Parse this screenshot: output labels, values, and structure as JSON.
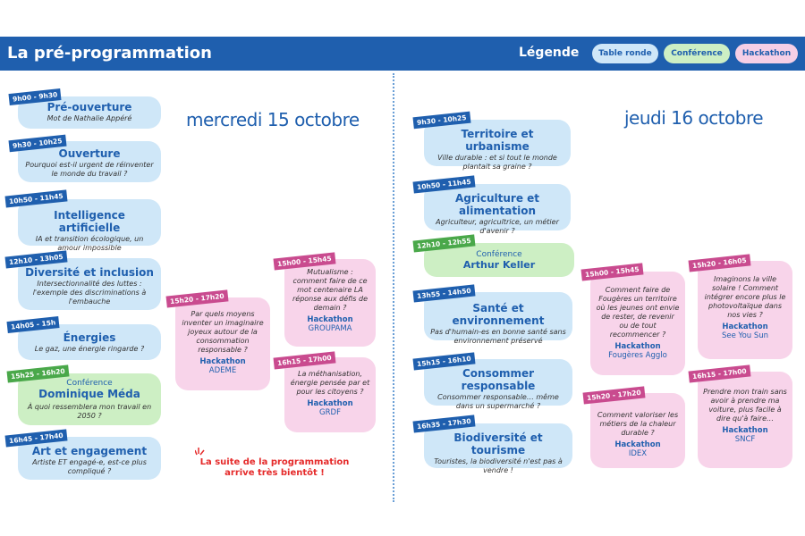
{
  "header": {
    "title": "La pré-programmation",
    "legend_label": "Légende",
    "legend": [
      "Table ronde",
      "Conférence",
      "Hackathon"
    ]
  },
  "colors": {
    "header": "#1f5fae",
    "table_ronde": "#cfe7f8",
    "conference": "#cdefc4",
    "hackathon": "#f8d4ea",
    "note": "#e52a2a"
  },
  "day1": {
    "title": "mercredi 15 octobre",
    "sessions": [
      {
        "time": "9h00 - 9h30",
        "title": "Pré-ouverture",
        "sub": "Mot de Nathalie Appéré"
      },
      {
        "time": "9h30 - 10h25",
        "title": "Ouverture",
        "sub": "Pourquoi est-il urgent de réinventer le monde du travail ?"
      },
      {
        "time": "10h50 - 11h45",
        "title": "Intelligence artificielle",
        "sub": "IA et transition écologique, un amour impossible"
      },
      {
        "time": "12h10 - 13h05",
        "title": "Diversité et inclusion",
        "sub": "Intersectionnalité des luttes : l'exemple des discriminations à l'embauche"
      },
      {
        "time": "14h05 - 15h",
        "title": "Énergies",
        "sub": "Le gaz, une énergie ringarde ?"
      },
      {
        "time": "15h25 - 16h20",
        "label": "Conférence",
        "title": "Dominique Méda",
        "sub": "À quoi ressemblera mon travail en 2050 ?"
      },
      {
        "time": "16h45 - 17h40",
        "title": "Art et engagement",
        "sub": "Artiste ET engagé-e, est-ce plus compliqué ?"
      }
    ],
    "hackathons": [
      {
        "time": "15h00 - 15h45",
        "sub": "Mutualisme : comment faire de ce mot centenaire LA réponse aux défis de demain ?",
        "kind": "Hackathon",
        "org": "GROUPAMA"
      },
      {
        "time": "15h20 - 17h20",
        "sub": "Par quels moyens inventer un imaginaire joyeux autour de la consommation responsable ?",
        "kind": "Hackathon",
        "org": "ADEME"
      },
      {
        "time": "16h15 - 17h00",
        "sub": "La méthanisation, énergie pensée par et pour les citoyens ?",
        "kind": "Hackathon",
        "org": "GRDF"
      }
    ],
    "note": "La suite de la programmation arrive très bientôt !"
  },
  "day2": {
    "title": "jeudi 16 octobre",
    "sessions": [
      {
        "time": "9h30 - 10h25",
        "title": "Territoire et urbanisme",
        "sub": "Ville durable : et si tout le monde plantait sa graine ?"
      },
      {
        "time": "10h50 - 11h45",
        "title": "Agriculture et alimentation",
        "sub": "Agriculteur, agricultrice, un métier d'avenir ?"
      },
      {
        "time": "12h10 - 12h55",
        "label": "Conférence",
        "title": "Arthur Keller",
        "sub": ""
      },
      {
        "time": "13h55 - 14h50",
        "title": "Santé et environnement",
        "sub": "Pas d'humain-es en bonne santé sans environnement préservé"
      },
      {
        "time": "15h15 - 16h10",
        "title": "Consommer responsable",
        "sub": "Consommer responsable… même dans un supermarché ?"
      },
      {
        "time": "16h35 - 17h30",
        "title": "Biodiversité et tourisme",
        "sub": "Touristes, la biodiversité n'est pas à vendre !"
      }
    ],
    "hackathons": [
      {
        "time": "15h00 - 15h45",
        "sub": "Comment faire de Fougères un territoire où les jeunes ont envie de rester, de revenir ou de tout recommencer ?",
        "kind": "Hackathon",
        "org": "Fougères Agglo"
      },
      {
        "time": "15h20 - 16h05",
        "sub": "Imaginons la ville solaire ! Comment intégrer encore plus le photovoltaïque dans nos vies ?",
        "kind": "Hackathon",
        "org": "See You Sun"
      },
      {
        "time": "15h20 - 17h20",
        "sub": "Comment valoriser les métiers de la chaleur durable ?",
        "kind": "Hackathon",
        "org": "IDEX"
      },
      {
        "time": "16h15 - 17h00",
        "sub": "Prendre mon train sans avoir à prendre ma voiture, plus facile à dire qu'à faire…",
        "kind": "Hackathon",
        "org": "SNCF"
      }
    ]
  }
}
